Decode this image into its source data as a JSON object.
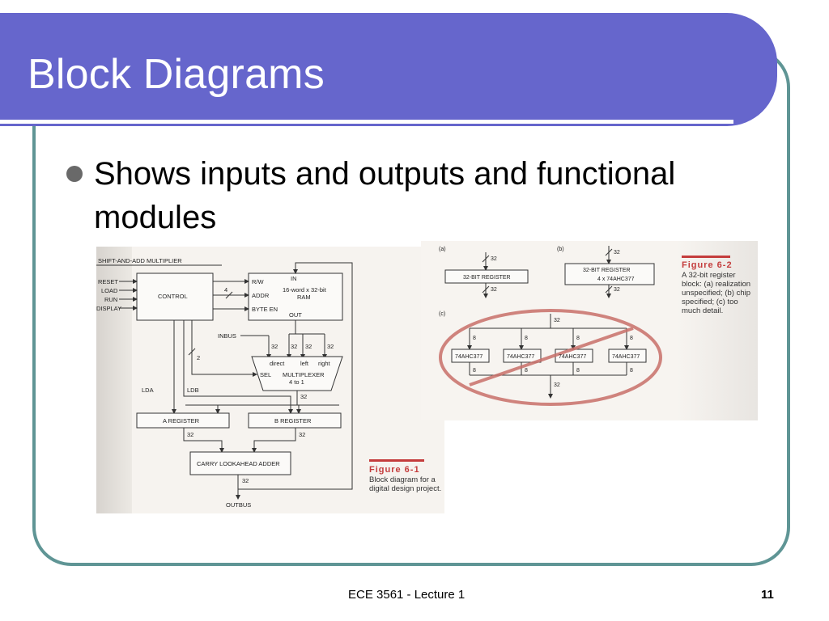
{
  "slide": {
    "title": "Block Diagrams",
    "bullet": "Shows inputs and outputs and functional modules"
  },
  "figure1": {
    "header": "SHIFT-AND-ADD MULTIPLIER",
    "inputs": [
      "RESET",
      "LOAD",
      "RUN",
      "DISPLAY"
    ],
    "control": "CONTROL",
    "ram_ports": [
      "R/W",
      "ADDR",
      "BYTE EN"
    ],
    "ram_in": "IN",
    "ram_label": [
      "16-word x 32-bit",
      "RAM"
    ],
    "ram_out": "OUT",
    "inbus": "INBUS",
    "mux_inputs": [
      "direct",
      "left",
      "right"
    ],
    "mux_sel": "SEL",
    "mux_label": [
      "MULTIPLEXER",
      "4 to 1"
    ],
    "width_4": "4",
    "width_2": "2",
    "width_32": "32",
    "lda": "LDA",
    "ldb": "LDB",
    "reg_a": "A REGISTER",
    "reg_b": "B REGISTER",
    "adder": "CARRY LOOKAHEAD ADDER",
    "outbus": "OUTBUS",
    "caption_title": "Figure 6-1",
    "caption_lines": [
      "Block diagram for a",
      "digital design project."
    ]
  },
  "figure2": {
    "label_a": "(a)",
    "label_b": "(b)",
    "label_c": "(c)",
    "reg_a": "32-BIT REGISTER",
    "reg_b": "32-BIT REGISTER",
    "reg_b_sub": "4 x 74AHC377",
    "width_32": "32",
    "width_8": "8",
    "chip": "74AHC377",
    "caption_title": "Figure 6-2",
    "caption_lines": [
      "A 32-bit register",
      "block: (a) realization",
      "unspecified; (b) chip",
      "specified; (c) too",
      "much detail."
    ]
  },
  "footer": {
    "course": "ECE 3561 - Lecture 1",
    "page": "11"
  },
  "colors": {
    "title_bar": "#6666cc",
    "frame_border": "#5f9595",
    "caption_red": "#c43c3c"
  }
}
